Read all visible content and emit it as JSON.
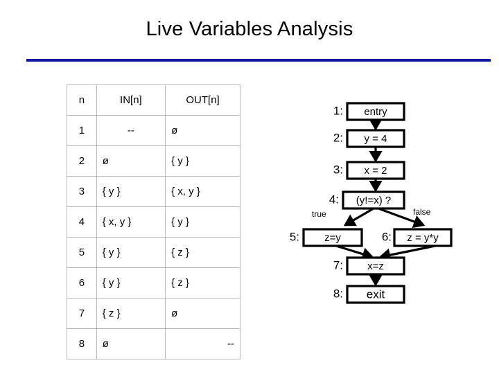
{
  "slide": {
    "title": "Live Variables Analysis",
    "rule_color": "#12189c"
  },
  "table": {
    "headers": {
      "n": "n",
      "in": "IN[n]",
      "out": "OUT[n]"
    },
    "rows": [
      {
        "n": "1",
        "in": "--",
        "out": "ø"
      },
      {
        "n": "2",
        "in": "ø",
        "out": "{ y }"
      },
      {
        "n": "3",
        "in": "{ y }",
        "out": "{ x, y }"
      },
      {
        "n": "4",
        "in": "{ x, y }",
        "out": "{ y }"
      },
      {
        "n": "5",
        "in": "{ y }",
        "out": "{ z }"
      },
      {
        "n": "6",
        "in": "{ y }",
        "out": "{ z }"
      },
      {
        "n": "7",
        "in": "{ z }",
        "out": "ø"
      },
      {
        "n": "8",
        "in": "ø",
        "out": "--"
      }
    ]
  },
  "flowchart": {
    "nodes": [
      {
        "id": "1",
        "label": "1:",
        "text": "entry"
      },
      {
        "id": "2",
        "label": "2:",
        "text": "y = 4"
      },
      {
        "id": "3",
        "label": "3:",
        "text": "x = 2"
      },
      {
        "id": "4",
        "label": "4:",
        "text": "(y!=x) ?"
      },
      {
        "id": "5",
        "label": "5:",
        "text": "z=y"
      },
      {
        "id": "6",
        "label": "6:",
        "text": "z = y*y"
      },
      {
        "id": "7",
        "label": "7:",
        "text": "x=z"
      },
      {
        "id": "8",
        "label": "8:",
        "text": "exit"
      }
    ],
    "edge_labels": {
      "true": "true",
      "false": "false"
    }
  }
}
